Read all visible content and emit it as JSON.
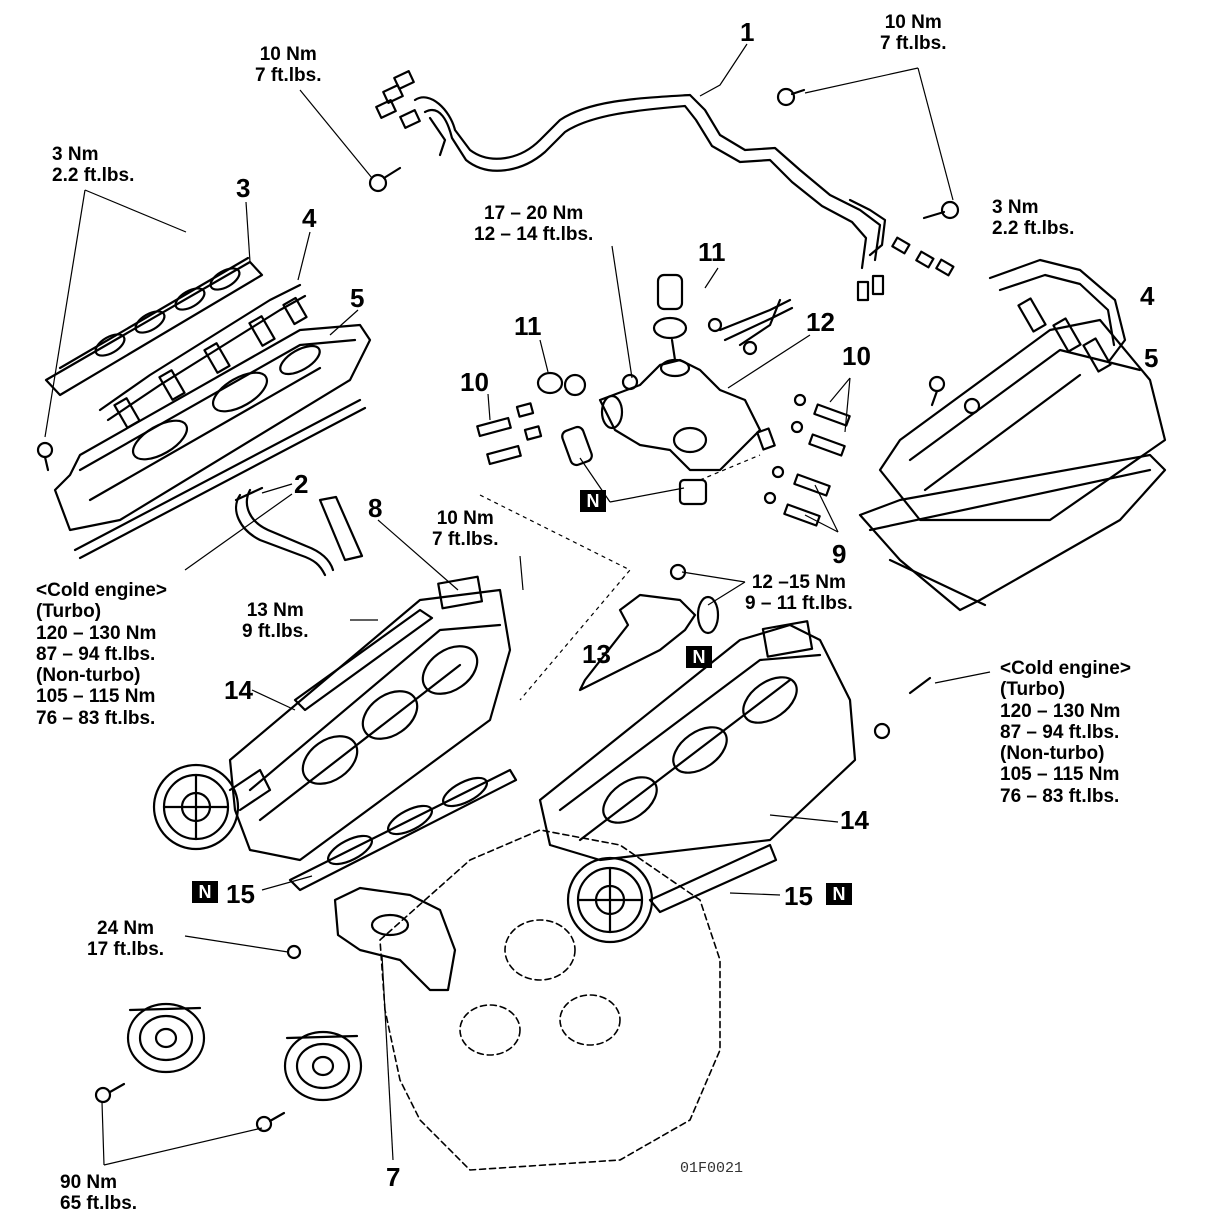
{
  "diagram": {
    "figure_code": "01F0021",
    "seal_marker": "N",
    "callouts": {
      "c1": "1",
      "c2": "2",
      "c3": "3",
      "c4a": "4",
      "c4b": "4",
      "c5a": "5",
      "c5b": "5",
      "c7": "7",
      "c8": "8",
      "c9": "9",
      "c10a": "10",
      "c10b": "10",
      "c11a": "11",
      "c11b": "11",
      "c12": "12",
      "c13": "13",
      "c14a": "14",
      "c14b": "14",
      "c15a": "15",
      "c15b": "15"
    },
    "torque_specs": {
      "t_top_left": [
        "10 Nm",
        "7 ft.lbs."
      ],
      "t_top_right": [
        "10 Nm",
        "7 ft.lbs."
      ],
      "t_3nm_left": [
        "3 Nm",
        "2.2 ft.lbs."
      ],
      "t_3nm_right": [
        "3 Nm",
        "2.2 ft.lbs."
      ],
      "t_17_20": [
        "17 – 20 Nm",
        "12 – 14 ft.lbs."
      ],
      "t_10nm_mid": [
        "10 Nm",
        "7 ft.lbs."
      ],
      "t_13nm": [
        "13 Nm",
        "9 ft.lbs."
      ],
      "t_12_15": [
        "12 –15 Nm",
        "9 – 11 ft.lbs."
      ],
      "t_24nm": [
        "24 Nm",
        "17 ft.lbs."
      ],
      "t_90nm": [
        "90 Nm",
        "65 ft.lbs."
      ]
    },
    "cold_engine_left": [
      "<Cold engine>",
      "(Turbo)",
      "120 – 130 Nm",
      "87 – 94 ft.lbs.",
      "(Non-turbo)",
      "105 – 115 Nm",
      "76 – 83 ft.lbs."
    ],
    "cold_engine_right": [
      "<Cold engine>",
      "(Turbo)",
      "120 – 130 Nm",
      "87 – 94 ft.lbs.",
      "(Non-turbo)",
      "105 – 115 Nm",
      "76 – 83 ft.lbs."
    ]
  }
}
